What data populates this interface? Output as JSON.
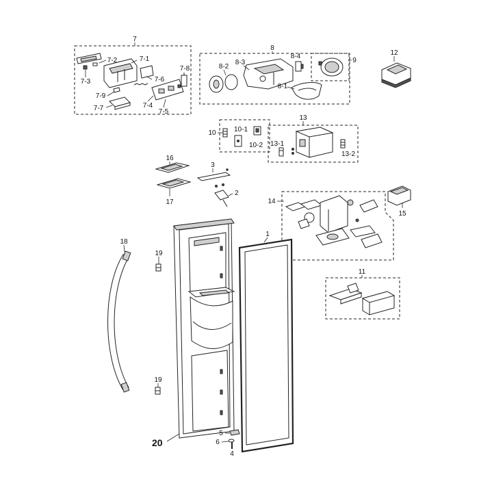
{
  "callouts": {
    "c7": "7",
    "c7_1": "7-1",
    "c7_2": "7-2",
    "c7_3": "7-3",
    "c7_4": "7-4",
    "c7_5": "7-5",
    "c7_6": "7-6",
    "c7_7": "7-7",
    "c7_8": "7-8",
    "c7_9": "7-9",
    "c8": "8",
    "c8_1": "8-1",
    "c8_2": "8-2",
    "c8_3": "8-3",
    "c8_4": "8-4",
    "c9": "9",
    "c10": "10",
    "c10_1": "10-1",
    "c10_2": "10-2",
    "c11": "11",
    "c12": "12",
    "c13": "13",
    "c13_1": "13-1",
    "c13_2": "13-2",
    "c14": "14",
    "c15": "15",
    "c16": "16",
    "c17": "17",
    "c3": "3",
    "c2": "2",
    "c1": "1",
    "c18": "18",
    "c19a": "19",
    "c19b": "19",
    "c20": "20",
    "c5": "5",
    "c6": "6",
    "c4": "4"
  }
}
